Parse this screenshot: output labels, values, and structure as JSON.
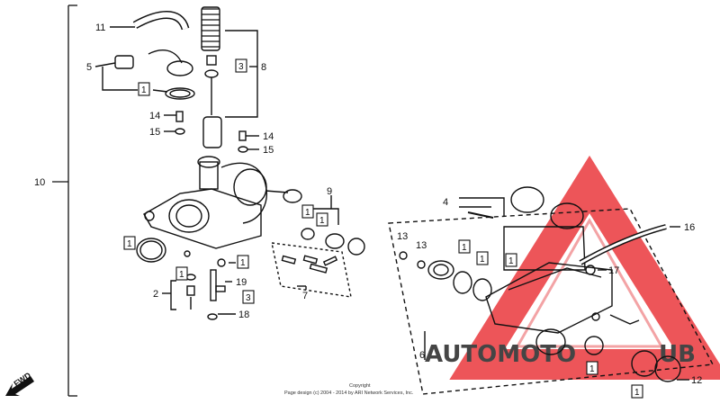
{
  "diagram": {
    "callouts": [
      {
        "id": "c11",
        "text": "11"
      },
      {
        "id": "c5",
        "text": "5"
      },
      {
        "id": "c8",
        "text": "8"
      },
      {
        "id": "c14a",
        "text": "14"
      },
      {
        "id": "c15a",
        "text": "15"
      },
      {
        "id": "c14b",
        "text": "14"
      },
      {
        "id": "c15b",
        "text": "15"
      },
      {
        "id": "c10",
        "text": "10"
      },
      {
        "id": "c9",
        "text": "9"
      },
      {
        "id": "c7",
        "text": "7"
      },
      {
        "id": "c2",
        "text": "2"
      },
      {
        "id": "c19",
        "text": "19"
      },
      {
        "id": "c18",
        "text": "18"
      },
      {
        "id": "c4",
        "text": "4"
      },
      {
        "id": "c16",
        "text": "16"
      },
      {
        "id": "c13a",
        "text": "13"
      },
      {
        "id": "c13b",
        "text": "13"
      },
      {
        "id": "c17",
        "text": "17"
      },
      {
        "id": "c6",
        "text": "6"
      },
      {
        "id": "c12",
        "text": "12"
      }
    ],
    "boxed_labels": {
      "one": "1",
      "three": "3"
    },
    "fwd_label": "FWD",
    "copyright_line1": "Copyright",
    "copyright_line2": "Page design (c) 2004 - 2014 by ARI Network Services, Inc.",
    "watermark_text": "AUTOMOTO",
    "watermark_text2": "UB",
    "colors": {
      "line": "#111111",
      "watermark_red": "#e8262b",
      "watermark_orange": "#f5a623",
      "watermark_gray": "#9a9a9a"
    }
  }
}
